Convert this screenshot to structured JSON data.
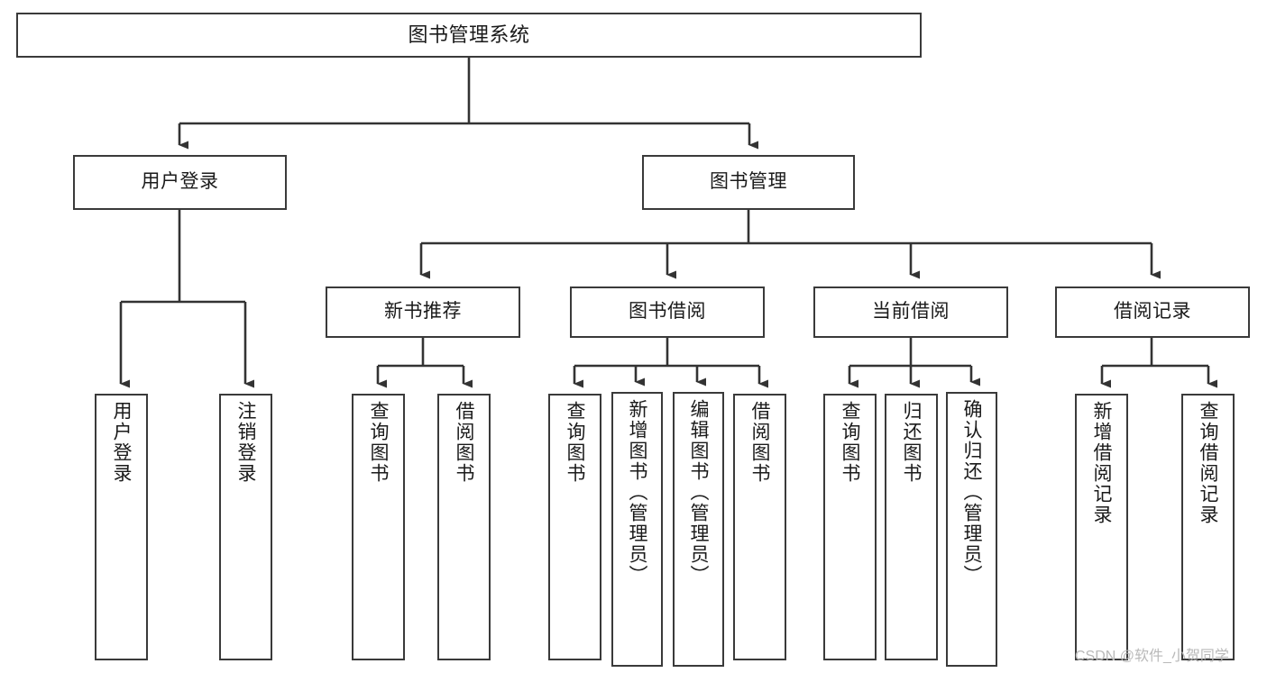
{
  "diagram": {
    "type": "tree-hierarchy",
    "title": "图书管理系统",
    "watermark": "CSDN @软件_小贺同学",
    "colors": {
      "background": "#ffffff",
      "border": "#3a3a3a",
      "edge": "#333333",
      "text": "#1a1a1a",
      "watermark": "#b9b9b9"
    },
    "root": {
      "id": "root",
      "label": "图书管理系统"
    },
    "level2": [
      {
        "id": "user-login",
        "label": "用户登录"
      },
      {
        "id": "book-management",
        "label": "图书管理"
      }
    ],
    "level3": [
      {
        "id": "new-book-recommend",
        "label": "新书推荐",
        "parent": "book-management"
      },
      {
        "id": "book-borrow",
        "label": "图书借阅",
        "parent": "book-management"
      },
      {
        "id": "current-borrow",
        "label": "当前借阅",
        "parent": "book-management"
      },
      {
        "id": "borrow-record",
        "label": "借阅记录",
        "parent": "book-management"
      }
    ],
    "leaves": [
      {
        "id": "leaf-user-login",
        "label": "用户登录",
        "parent": "user-login"
      },
      {
        "id": "leaf-logout",
        "label": "注销登录",
        "parent": "user-login"
      },
      {
        "id": "leaf-query-book-1",
        "label": "查询图书",
        "parent": "new-book-recommend"
      },
      {
        "id": "leaf-borrow-book-1",
        "label": "借阅图书",
        "parent": "new-book-recommend"
      },
      {
        "id": "leaf-query-book-2",
        "label": "查询图书",
        "parent": "book-borrow"
      },
      {
        "id": "leaf-add-book",
        "label": "新增图书（管理员）",
        "parent": "book-borrow"
      },
      {
        "id": "leaf-edit-book",
        "label": "编辑图书（管理员）",
        "parent": "book-borrow"
      },
      {
        "id": "leaf-borrow-book-2",
        "label": "借阅图书",
        "parent": "book-borrow"
      },
      {
        "id": "leaf-query-book-3",
        "label": "查询图书",
        "parent": "current-borrow"
      },
      {
        "id": "leaf-return-book",
        "label": "归还图书",
        "parent": "current-borrow"
      },
      {
        "id": "leaf-confirm-return",
        "label": "确认归还（管理员）",
        "parent": "current-borrow"
      },
      {
        "id": "leaf-add-record",
        "label": "新增借阅记录",
        "parent": "borrow-record"
      },
      {
        "id": "leaf-query-record",
        "label": "查询借阅记录",
        "parent": "borrow-record"
      }
    ]
  }
}
